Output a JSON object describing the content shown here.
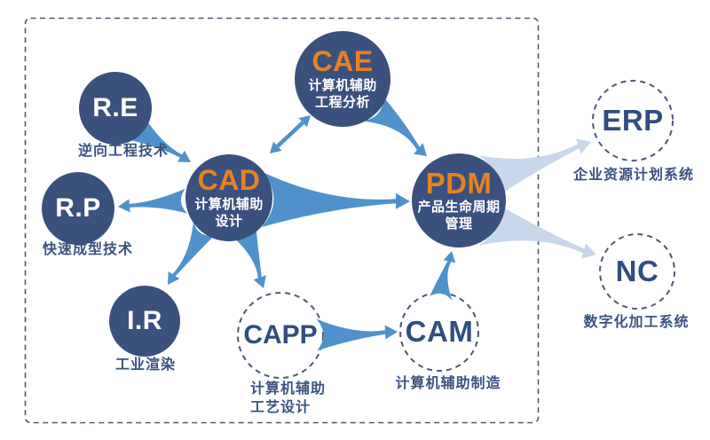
{
  "colors": {
    "node_fill": "#3A517E",
    "title_orange": "#E8821F",
    "title_navy": "#2F4E7E",
    "label_navy": "#3A5280",
    "arrow_blue": "#4F92CB",
    "arrow_light": "#C8D7E9",
    "dash_line": "#4C5875",
    "background": "#FFFFFF"
  },
  "nodes": {
    "re": {
      "title": "R.E",
      "label": "逆向工程技术"
    },
    "rp": {
      "title": "R.P",
      "label": "快速成型技术"
    },
    "ir": {
      "title": "I.R",
      "label": "工业渲染"
    },
    "cad": {
      "title": "CAD",
      "subtitle_lines": [
        "计算机辅助",
        "设计"
      ]
    },
    "cae": {
      "title": "CAE",
      "subtitle_lines": [
        "计算机辅助",
        "工程分析"
      ]
    },
    "pdm": {
      "title": "PDM",
      "subtitle_lines": [
        "产品生命周期",
        "管理"
      ]
    },
    "capp": {
      "title": "CAPP",
      "label_lines": [
        "计算机辅助",
        "工艺设计"
      ]
    },
    "cam": {
      "title": "CAM",
      "label": "计算机辅助制造"
    },
    "erp": {
      "title": "ERP",
      "label": "企业资源计划系统"
    },
    "nc": {
      "title": "NC",
      "label": "数字化加工系统"
    }
  },
  "edges": [
    {
      "id": "re-cad",
      "from": "re",
      "to": "cad",
      "style": "flow"
    },
    {
      "id": "cad-cae",
      "from": "cad",
      "to": "cae",
      "style": "bidirectional"
    },
    {
      "id": "cae-pdm",
      "from": "cae",
      "to": "pdm",
      "style": "flow"
    },
    {
      "id": "cad-rp",
      "from": "cad",
      "to": "rp",
      "style": "flow"
    },
    {
      "id": "cad-ir",
      "from": "cad",
      "to": "ir",
      "style": "flow"
    },
    {
      "id": "cad-capp",
      "from": "cad",
      "to": "capp",
      "style": "flow"
    },
    {
      "id": "cad-pdm",
      "from": "cad",
      "to": "pdm",
      "style": "flow"
    },
    {
      "id": "capp-cam",
      "from": "capp",
      "to": "cam",
      "style": "flow"
    },
    {
      "id": "cam-pdm",
      "from": "cam",
      "to": "pdm",
      "style": "flow"
    },
    {
      "id": "pdm-erp",
      "from": "pdm",
      "to": "erp",
      "style": "flow-light"
    },
    {
      "id": "pdm-nc",
      "from": "pdm",
      "to": "nc",
      "style": "flow-light"
    }
  ]
}
